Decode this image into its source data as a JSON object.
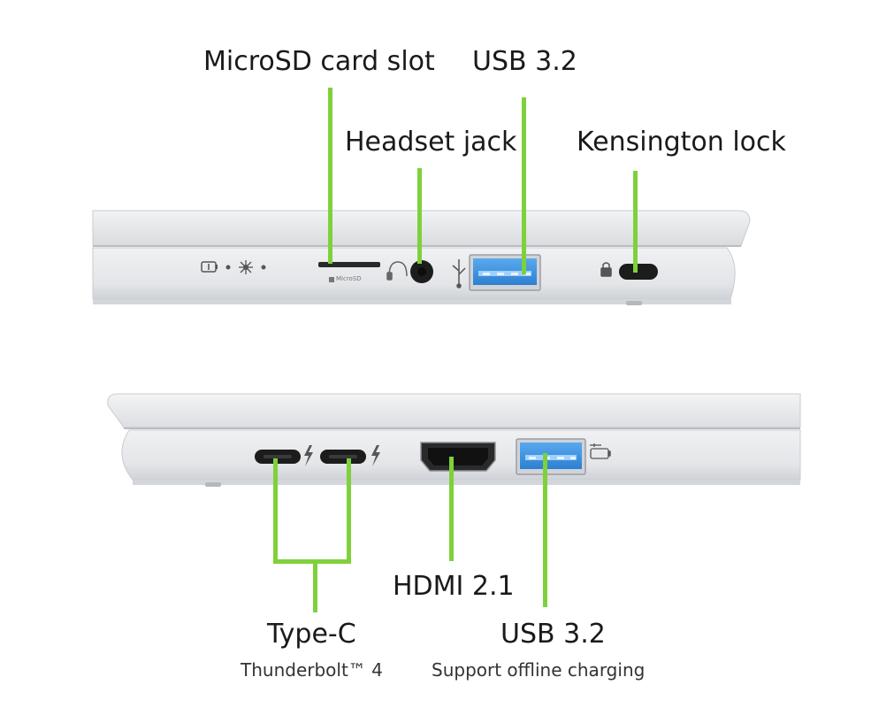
{
  "labels": {
    "microsd": "MicroSD card slot",
    "usb_top": "USB 3.2",
    "headset": "Headset jack",
    "kensington": "Kensington lock",
    "hdmi": "HDMI 2.1",
    "typec": "Type-C",
    "typec_sub": "Thunderbolt™ 4",
    "usb_bottom": "USB 3.2",
    "usb_bottom_sub": "Support offline charging"
  },
  "port_markings": {
    "microsd_text": "MicroSD"
  },
  "colors": {
    "callout_line": "#7fd13b",
    "chassis": "#e4e6e9",
    "usb_blue": "#3a8fe0",
    "port_dark": "#1f1f1f"
  }
}
